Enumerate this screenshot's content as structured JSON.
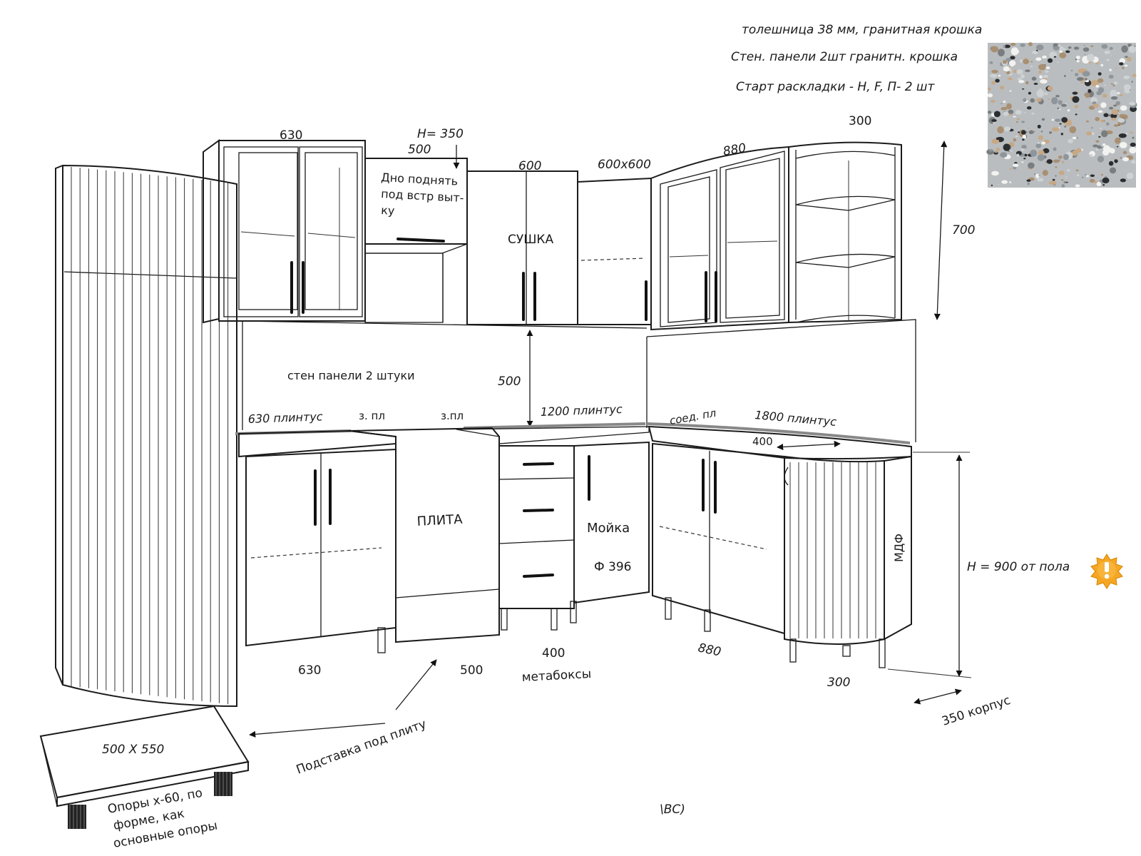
{
  "notes": {
    "countertop": "толешница 38 мм, гранитная крошка",
    "wall_panels": "Стен. панели 2шт гранитн. крошка",
    "layout_start": "Старт раскладки - Н, F, П- 2 шт"
  },
  "upper": {
    "dim_630": "630",
    "dim_h350": "H= 350",
    "dim_500": "500",
    "note_raise_bottom": [
      "Дно поднять",
      "под встр выт-",
      "ку"
    ],
    "dim_600": "600",
    "label_dryer": "СУШКА",
    "dim_600x600": "600x600",
    "dim_880": "880",
    "dim_300": "300",
    "dim_700": "700"
  },
  "backsplash": {
    "panels_note": "стен панели 2 штуки",
    "dim_500": "500",
    "plinth_630": "630 плинтус",
    "end_a": "з. пл",
    "end_b": "з.пл",
    "plinth_1200": "1200 плинтус",
    "joint": "соед. пл",
    "plinth_1800": "1800 плинтус",
    "dim_400": "400"
  },
  "base": {
    "stove": "ПЛИТА",
    "sink": "Мойка",
    "sink_size": "Ф 396",
    "mdf": "МДФ",
    "height_note": "H = 900 от пола",
    "dim_630": "630",
    "dim_500": "500",
    "dim_400": "400",
    "drawers": "метабоксы",
    "dim_880": "880",
    "dim_300": "300",
    "body_350": "350 корпус"
  },
  "stand": {
    "size": "500 X 550",
    "label": "Подставка под плиту",
    "legs_note": [
      "Опоры х-60, по",
      "форме, как",
      "основные опоры"
    ]
  },
  "footer": {
    "fragment": "\\ВС)"
  },
  "colors": {
    "line": "#1b1b1b",
    "plinth": "#888888",
    "warning": "#f5a623"
  },
  "icons": {
    "warning": "warning-badge-icon",
    "swatch": "granite-texture-swatch"
  }
}
